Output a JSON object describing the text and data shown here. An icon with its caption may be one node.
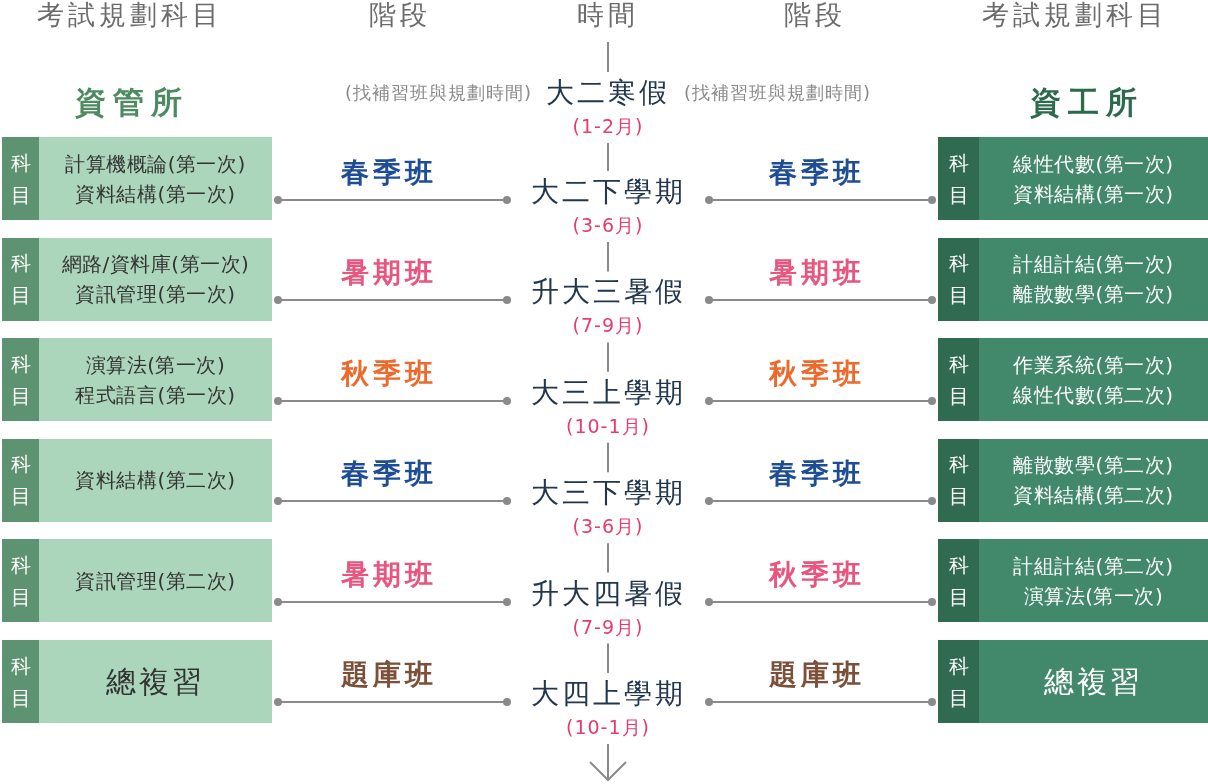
{
  "diagram": {
    "nodes": [
      {
        "text": [
          "大二寒假",
          "(1-2月)"
        ],
        "beside": [
          "(找補習班與規劃時間)",
          "(找補習班與規劃時間)"
        ]
      },
      {
        "text": [
          "科目",
          "計算機概論(第一次) 資料結構(第一次)"
        ]
      },
      {
        "text": [
          "大二下學期",
          "(3-6月)"
        ]
      },
      {
        "text": [
          "科目",
          "線性代數(第一次) 資料結構(第一次)"
        ]
      },
      {
        "text": [
          "科目",
          "網路/資料庫(第一次) 資訊管理(第一次)"
        ]
      },
      {
        "text": [
          "升大三暑假",
          "(7-9月)"
        ]
      },
      {
        "text": [
          "科目",
          "計組計結(第一次) 離散數學(第一次)"
        ]
      },
      {
        "text": [
          "科目",
          "演算法(第一次) 程式語言(第一次)"
        ]
      },
      {
        "text": [
          "大三上學期",
          "(10-1月)"
        ]
      },
      {
        "text": [
          "科目",
          "作業系統(第一次) 線性代數(第二次)"
        ]
      },
      {
        "text": [
          "科目",
          "資料結構(第二次)"
        ]
      },
      {
        "text": [
          "大三下學期",
          "(3-6月)"
        ]
      },
      {
        "text": [
          "科目",
          "離散數學(第二次) 資料結構(第二次)"
        ]
      },
      {
        "text": [
          "科目",
          "資訊管理(第二次)"
        ]
      },
      {
        "text": [
          "升大四暑假",
          "(7-9月)"
        ]
      },
      {
        "text": [
          "科目",
          "計組計結(第二次) 演算法(第一次)"
        ]
      },
      {
        "text": [
          "科目",
          "總複習"
        ]
      },
      {
        "text": [
          "大四上學期",
          "(10-1月)"
        ]
      },
      {
        "text": [
          "科目",
          "總複習"
        ]
      }
    ],
    "edges": [
      {
        "from": null,
        "to": 0,
        "arrow": "none"
      },
      {
        "from": 0,
        "to": 2,
        "arrow": "none"
      },
      {
        "from": 2,
        "to": 5,
        "arrow": "none"
      },
      {
        "from": 5,
        "to": 8,
        "arrow": "none"
      },
      {
        "from": 8,
        "to": 11,
        "arrow": "none"
      },
      {
        "from": 11,
        "to": 14,
        "arrow": "none"
      },
      {
        "from": 14,
        "to": 17,
        "arrow": "none"
      },
      {
        "from": 17,
        "to": null,
        "arrow": "to"
      },
      {
        "from": 1,
        "to": 2,
        "arrow": "other",
        "label": "春季班"
      },
      {
        "from": 2,
        "to": 3,
        "arrow": "other",
        "label": "春季班"
      },
      {
        "from": 4,
        "to": 5,
        "arrow": "other",
        "label": "暑期班"
      },
      {
        "from": 5,
        "to": 6,
        "arrow": "other",
        "label": "暑期班"
      },
      {
        "from": 7,
        "to": 8,
        "arrow": "other",
        "label": "秋季班"
      },
      {
        "from": 8,
        "to": 9,
        "arrow": "other",
        "label": "秋季班"
      },
      {
        "from": 10,
        "to": 11,
        "arrow": "other",
        "label": "春季班"
      },
      {
        "from": 11,
        "to": 12,
        "arrow": "other",
        "label": "春季班"
      },
      {
        "from": 13,
        "to": 14,
        "arrow": "other",
        "label": "暑期班"
      },
      {
        "from": 14,
        "to": 15,
        "arrow": "other",
        "label": "秋季班"
      },
      {
        "from": 16,
        "to": 17,
        "arrow": "other",
        "label": "題庫班"
      },
      {
        "from": 17,
        "to": 18,
        "arrow": "other",
        "label": "題庫班"
      }
    ],
    "labels": [
      "考試規劃科目",
      "階段",
      "時間",
      "階段",
      "考試規劃科目",
      "資管所",
      "資工所"
    ]
  }
}
